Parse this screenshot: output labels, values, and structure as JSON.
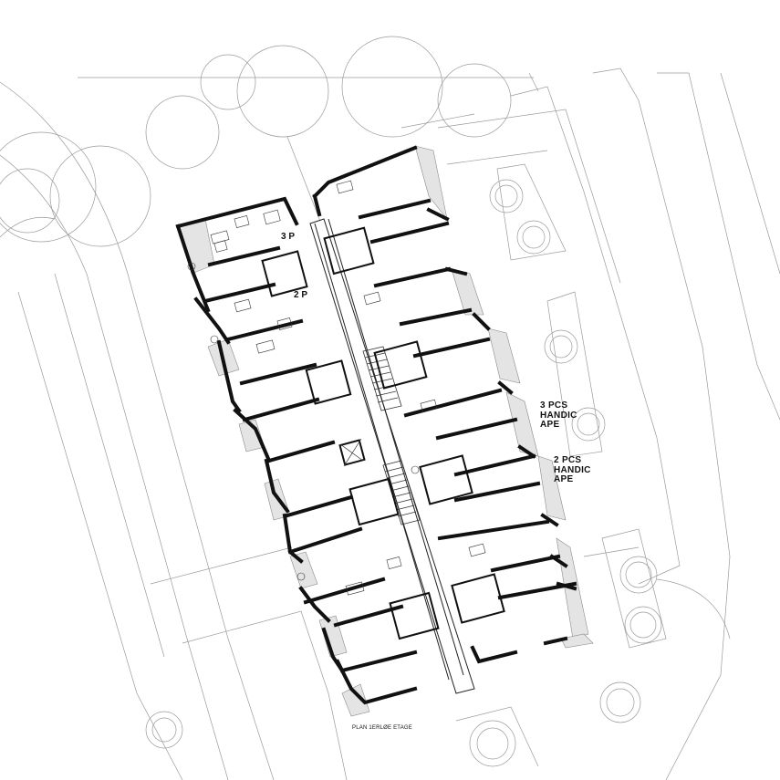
{
  "labels": {
    "unit_3p": "3 P",
    "unit_2p": "2 P",
    "note_3pcs": [
      "3 PCS",
      "HANDIC",
      "APE"
    ],
    "note_2pcs": [
      "2 PCS",
      "HANDIC",
      "APE"
    ],
    "caption": "PLAN 1ERLØE ETAGE"
  },
  "colors": {
    "wall": "#111111",
    "context_line": "#9a9a9a",
    "terrace_fill": "#e4e4e4",
    "background": "#ffffff"
  }
}
